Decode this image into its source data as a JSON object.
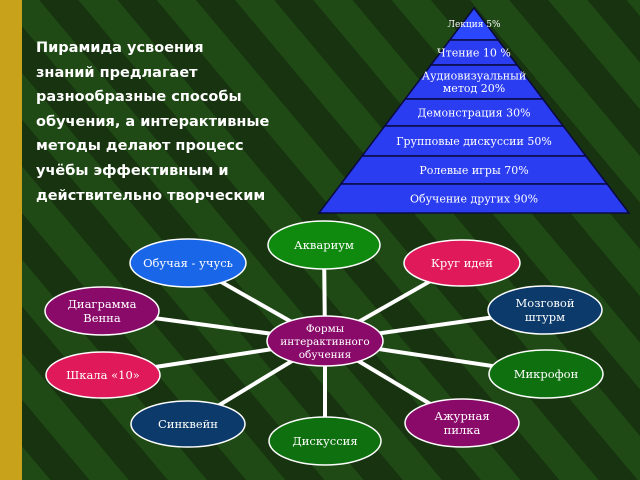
{
  "intro_text": "Пирамида  усвоения\nзнаний  предлагает\nразнообразные способы\nобучения, а интерактивные\nметоды делают процесс\nучёбы эффективным и\nдействительно творческим",
  "pyramid": {
    "levels": [
      {
        "text": "Лекция 5%",
        "lines": [
          "Лекция 5%"
        ]
      },
      {
        "text": "Чтение 10 %",
        "lines": [
          "Чтение 10 %"
        ]
      },
      {
        "text": "Аудиовизуальный метод 20%",
        "lines": [
          "Аудиовизуальный",
          "метод 20%"
        ]
      },
      {
        "text": "Демонстрация 30%",
        "lines": [
          "Демонстрация 30%"
        ]
      },
      {
        "text": "Групповые дискуссии 50%",
        "lines": [
          "Групповые дискуссии 50%"
        ]
      },
      {
        "text": "Ролевые игры 70%",
        "lines": [
          "Ролевые игры 70%"
        ]
      },
      {
        "text": "Обучение других 90%",
        "lines": [
          "Обучение других 90%"
        ]
      }
    ]
  },
  "hub": {
    "center": {
      "text": "Формы интерактивного обучения",
      "lines": [
        "Формы",
        "интерактивного",
        "обучения"
      ]
    },
    "nodes": [
      {
        "text": "Аквариум",
        "lines": [
          "Аквариум"
        ],
        "color": "#0f8a0f"
      },
      {
        "text": "Круг идей",
        "lines": [
          "Круг идей"
        ],
        "color": "#e0195a"
      },
      {
        "text": "Мозговой штурм",
        "lines": [
          "Мозговой",
          "штурм"
        ],
        "color": "#0b3a6b"
      },
      {
        "text": "Микрофон",
        "lines": [
          "Микрофон"
        ],
        "color": "#0f700f"
      },
      {
        "text": "Ажурная пилка",
        "lines": [
          "Ажурная",
          "пилка"
        ],
        "color": "#8a0a6a"
      },
      {
        "text": "Дискуссия",
        "lines": [
          "Дискуссия"
        ],
        "color": "#0f700f"
      },
      {
        "text": "Синквейн",
        "lines": [
          "Синквейн"
        ],
        "color": "#0b3a6b"
      },
      {
        "text": "Шкала «10»",
        "lines": [
          "Шкала «10»"
        ],
        "color": "#e0195a"
      },
      {
        "text": "Диаграмма Венна",
        "lines": [
          "Диаграмма",
          "Венна"
        ],
        "color": "#8a0a6a"
      },
      {
        "text": "Обучая - учусь",
        "lines": [
          "Обучая - учусь"
        ],
        "color": "#1a66e8"
      }
    ],
    "center_color": "#8a0a6a"
  },
  "colors": {
    "background": "#17330f",
    "left_stripe": "#c9a21c",
    "pyramid_fill": "#2a3df0",
    "pyramid_top_fill": "#2b48ff",
    "edge": "#ffffff"
  }
}
